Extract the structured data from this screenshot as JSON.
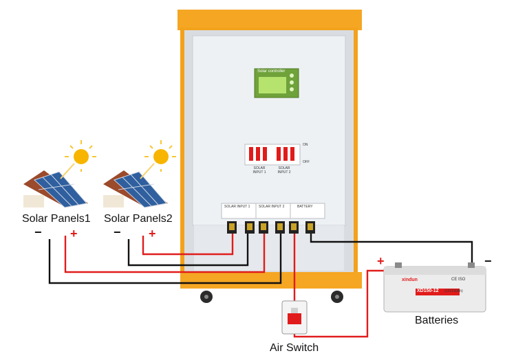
{
  "labels": {
    "solar_panels_1": "Solar Panels1",
    "solar_panels_2": "Solar Panels2",
    "air_switch": "Air Switch",
    "batteries": "Batteries",
    "minus": "−",
    "plus": "+"
  },
  "controller": {
    "display_title": "Solar controller",
    "switch_on": "ON",
    "switch_off": "OFF",
    "breaker_1": "SOLAR INPUT 1",
    "breaker_2": "SOLAR INPUT 2",
    "terminal_1": "SOLAR INPUT 1",
    "terminal_2": "SOLAR INPUT 2",
    "terminal_3": "BATTERY"
  },
  "battery": {
    "brand": "xindun",
    "model": "XD150-12",
    "spec": "(12V150Ah)",
    "cert": "CE ISO"
  },
  "colors": {
    "cabinet_orange": "#f5a623",
    "panel_white": "#eef1f4",
    "wire_red": "#e11b1b",
    "wire_black": "#111111",
    "lcd_green": "#8cc63f",
    "solar_blue": "#2f5f9e",
    "roof_brown": "#9b4a2c",
    "sun": "#f7b500"
  }
}
